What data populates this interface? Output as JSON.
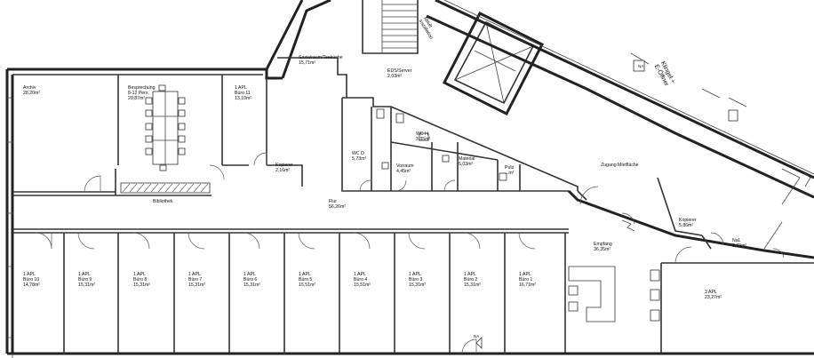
{
  "rooms": {
    "archiv": [
      "Archiv",
      "28,20m²"
    ],
    "besprechung": [
      "Besprechung",
      "8-12 Pers.",
      "20,87m²"
    ],
    "buero11": [
      "1 APL",
      "Büro 11",
      "13,10m²"
    ],
    "kopierer_west": [
      "Kopierer",
      "2,16m²"
    ],
    "bibliothek": "Bibliothek",
    "sozialraum": [
      "Sozialraum/Teeküche",
      "15,71m²"
    ],
    "eds_server": [
      "EDS/Server",
      "2,03m²"
    ],
    "abluft": [
      "Abluft",
      "Installation"
    ],
    "klingel": [
      "Klingel +",
      "E-Öffner"
    ],
    "na_top": "NA",
    "wc_h": [
      "WC H",
      "3,35m²"
    ],
    "wc_d": [
      "WC D",
      "5,73m²"
    ],
    "vorraum": [
      "Vorraum",
      "4,45m²"
    ],
    "material": [
      "Material",
      "5,03m²"
    ],
    "putz": [
      "Putz",
      "...m²"
    ],
    "zugang": "Zugang Mietfläche",
    "flur": [
      "Flur",
      "56,26m²"
    ],
    "kopierer_east": [
      "Kopierer",
      "5,86m²"
    ],
    "na_east": [
      "NaL",
      "3,73m²"
    ],
    "empfang": [
      "Empfang",
      "36,35m²"
    ],
    "apl3": [
      "3 APL",
      "23,27m²"
    ],
    "na_entrance": "NA"
  },
  "offices": [
    [
      "1 APL",
      "Büro 10",
      "14,78m²"
    ],
    [
      "1 APL",
      "Büro 9",
      "15,31m²"
    ],
    [
      "1 APL",
      "Büro 8",
      "15,31m²"
    ],
    [
      "1 APL",
      "Büro 7",
      "15,31m²"
    ],
    [
      "1 APL",
      "Büro 6",
      "15,31m²"
    ],
    [
      "1 APL",
      "Büro 5",
      "15,51m²"
    ],
    [
      "1 APL",
      "Büro 4",
      "15,51m²"
    ],
    [
      "1 APL",
      "Büro 3",
      "15,31m²"
    ],
    [
      "1 APL",
      "Büro 2",
      "15,31m²"
    ],
    [
      "1 APL",
      "Büro 1",
      "16,71m²"
    ]
  ]
}
